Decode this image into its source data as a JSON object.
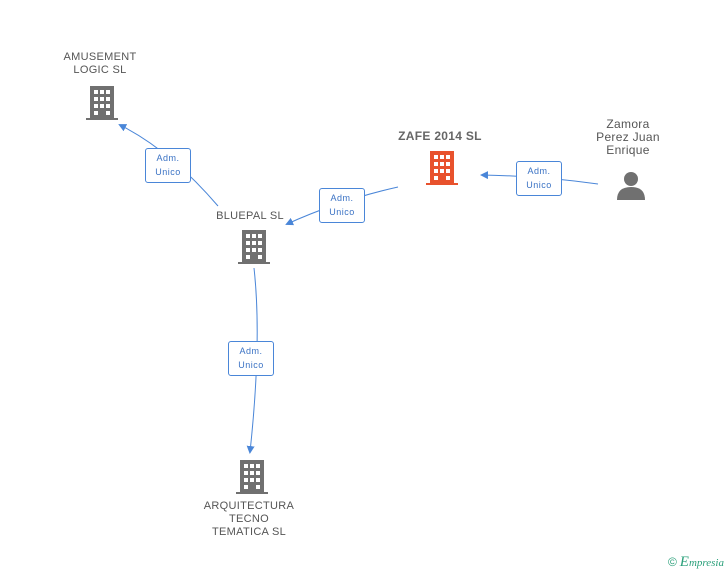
{
  "nodes": {
    "amusement": {
      "label_1": "AMUSEMENT",
      "label_2": "LOGIC SL",
      "icon": "building-icon",
      "color": "#707070"
    },
    "zafe": {
      "label": "ZAFE 2014  SL",
      "icon": "building-icon",
      "color": "#e8522d"
    },
    "bluepal": {
      "label": "BLUEPAL  SL",
      "icon": "building-icon",
      "color": "#707070"
    },
    "arquitectura": {
      "label_1": "ARQUITECTURA",
      "label_2": "TECNO",
      "label_3": "TEMATICA SL",
      "icon": "building-icon",
      "color": "#707070"
    },
    "person": {
      "label_1": "Zamora",
      "label_2": "Perez Juan",
      "label_3": "Enrique",
      "icon": "person-icon",
      "color": "#707070"
    }
  },
  "edges": [
    {
      "line_1": "Adm.",
      "line_2": "Unico"
    },
    {
      "line_1": "Adm.",
      "line_2": "Unico"
    },
    {
      "line_1": "Adm.",
      "line_2": "Unico"
    },
    {
      "line_1": "Adm.",
      "line_2": "Unico"
    }
  ],
  "colors": {
    "edge": "#4a86d8",
    "focus": "#e8522d",
    "node": "#707070"
  },
  "footer": {
    "copyright": "©",
    "brand_initial": "E",
    "brand_rest": "mpresia"
  }
}
